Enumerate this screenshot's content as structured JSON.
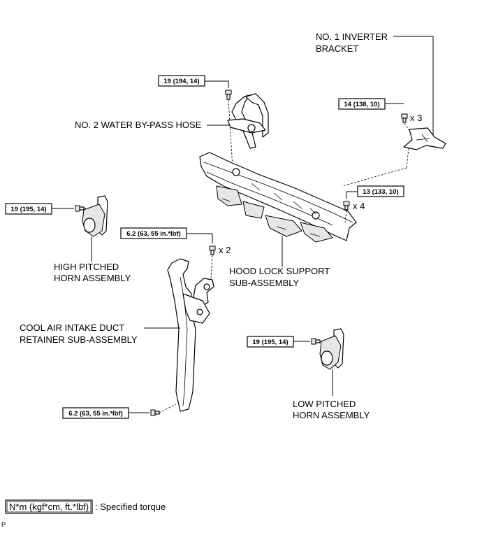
{
  "labels": {
    "inverter_bracket_line1": "NO. 1 INVERTER",
    "inverter_bracket_line2": "BRACKET",
    "water_hose": "NO. 2 WATER BY-PASS HOSE",
    "high_horn_line1": "HIGH PITCHED",
    "high_horn_line2": "HORN ASSEMBLY",
    "hood_lock_line1": "HOOD LOCK SUPPORT",
    "hood_lock_line2": "SUB-ASSEMBLY",
    "duct_retainer_line1": "COOL AIR INTAKE DUCT",
    "duct_retainer_line2": "RETAINER SUB-ASSEMBLY",
    "low_horn_line1": "LOW PITCHED",
    "low_horn_line2": "HORN ASSEMBLY"
  },
  "torques": {
    "hose_bolt": "19 (194, 14)",
    "bracket_bolt": "14 (138, 10)",
    "support_bolt": "13 (133, 10)",
    "high_horn_bolt": "19 (195, 14)",
    "retainer_upper_bolt": "6.2 (63, 55 in.*lbf)",
    "low_horn_bolt": "19 (195, 14)",
    "retainer_lower_bolt": "6.2 (63, 55 in.*lbf)"
  },
  "quantities": {
    "bracket_bolt": "x 3",
    "support_bolt": "x 4",
    "retainer_upper_bolt": "x 2"
  },
  "legend": {
    "unit": "N*m (kgf*cm, ft.*lbf)",
    "description": ": Specified torque"
  },
  "corner_mark": "P"
}
